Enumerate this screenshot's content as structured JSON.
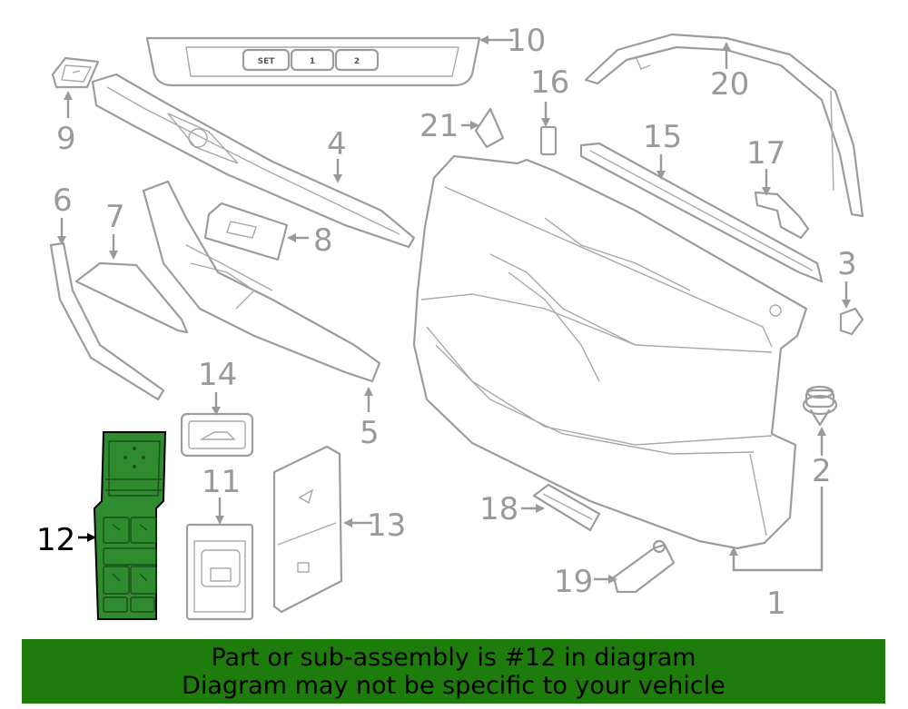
{
  "diagram": {
    "highlight_color": "#2e8b2e",
    "banner_color": "#1d7c0b",
    "highlighted_part": "12",
    "callouts": {
      "c1": "1",
      "c2": "2",
      "c3": "3",
      "c4": "4",
      "c5": "5",
      "c6": "6",
      "c7": "7",
      "c8": "8",
      "c9": "9",
      "c10": "10",
      "c11": "11",
      "c12": "12",
      "c13": "13",
      "c14": "14",
      "c15": "15",
      "c16": "16",
      "c17": "17",
      "c18": "18",
      "c19": "19",
      "c20": "20",
      "c21": "21"
    },
    "memory_buttons": {
      "set": "SET",
      "one": "1",
      "two": "2"
    }
  },
  "banner": {
    "line1": "Part or sub-assembly is #12 in diagram",
    "line2": "Diagram may not be specific to your vehicle"
  }
}
